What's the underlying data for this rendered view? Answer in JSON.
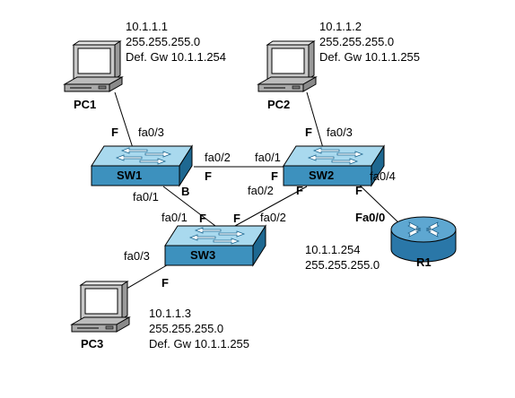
{
  "colors": {
    "switch_top": "#a9d9ee",
    "switch_front": "#3d91be",
    "switch_side": "#1e6891",
    "router_top": "#5ea7d1",
    "router_body": "#2a77a8",
    "pc_body": "#c0c0c0",
    "link": "#000000"
  },
  "devices": {
    "pc1": {
      "name": "PC1",
      "ip": "10.1.1.1",
      "mask": "255.255.255.0",
      "gw": "Def. Gw 10.1.1.254"
    },
    "pc2": {
      "name": "PC2",
      "ip": "10.1.1.2",
      "mask": "255.255.255.0",
      "gw": "Def. Gw 10.1.1.255"
    },
    "pc3": {
      "name": "PC3",
      "ip": "10.1.1.3",
      "mask": "255.255.255.0",
      "gw": "Def. Gw 10.1.1.255"
    },
    "sw1": {
      "name": "SW1"
    },
    "sw2": {
      "name": "SW2"
    },
    "sw3": {
      "name": "SW3"
    },
    "r1": {
      "name": "R1",
      "ip": "10.1.1.254",
      "mask": "255.255.255.0",
      "interface": "Fa0/0"
    }
  },
  "links": {
    "pc1_sw1": {
      "port": "fa0/3",
      "state": "F"
    },
    "pc2_sw2": {
      "port": "fa0/3",
      "state": "F"
    },
    "sw1_sw2": {
      "sw1_port": "fa0/2",
      "sw1_state": "F",
      "sw2_port": "fa0/1",
      "sw2_state": "F"
    },
    "sw1_sw3": {
      "sw1_port": "fa0/1",
      "sw1_state": "B",
      "sw3_port": "fa0/1",
      "sw3_state": "F"
    },
    "sw2_sw3": {
      "sw2_port": "fa0/2",
      "sw2_state": "F",
      "sw3_port": "fa0/2",
      "sw3_state": "F"
    },
    "sw2_r1": {
      "port": "fa0/4",
      "state": "F"
    },
    "sw3_pc3": {
      "port": "fa0/3",
      "state": "F"
    }
  },
  "icons": {
    "pc": "desktop-computer-icon",
    "switch": "workgroup-switch-icon",
    "router": "router-icon"
  }
}
